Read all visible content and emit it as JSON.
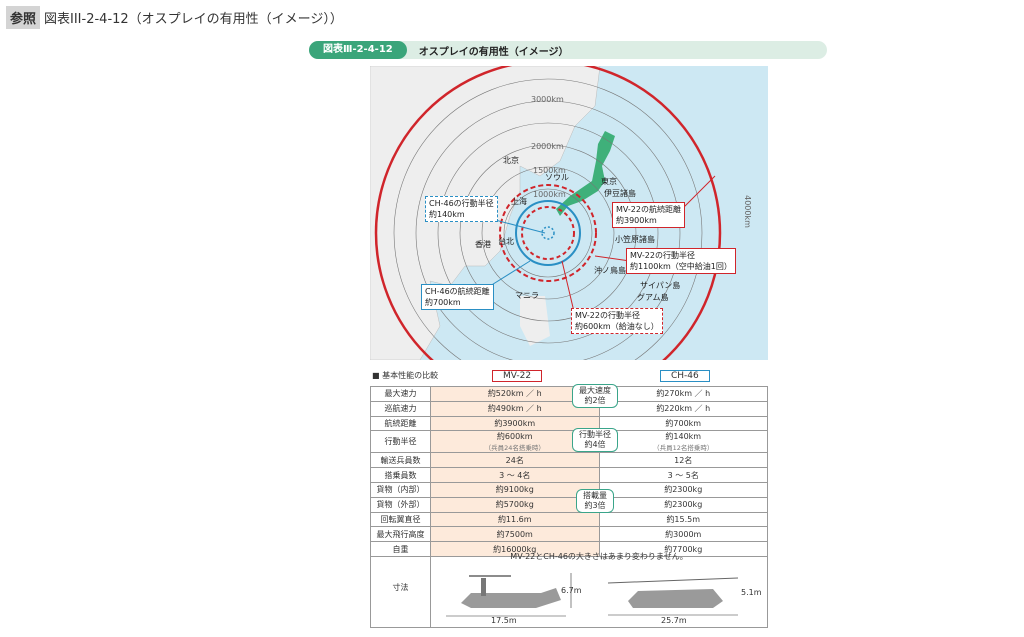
{
  "header": {
    "ref_badge": "参照",
    "title": "図表III-2-4-12（オスプレイの有用性（イメージ））"
  },
  "caption": {
    "number": "図表Ⅲ-2-4-12",
    "title": "オスプレイの有用性（イメージ）"
  },
  "map": {
    "rings": [
      "1000km",
      "1500km",
      "2000km",
      "3000km",
      "4000km"
    ],
    "places": [
      "北京",
      "ソウル",
      "東京",
      "伊豆諸島",
      "上海",
      "台北",
      "香港",
      "小笠原諸島",
      "沖ノ鳥島",
      "サイパン島",
      "グアム島",
      "マニラ"
    ],
    "callouts": {
      "ch46_radius": [
        "CH-46の行動半径",
        "約140km"
      ],
      "mv22_range": [
        "MV-22の航続距離",
        "約3900km"
      ],
      "mv22_radius_refuel": [
        "MV-22の行動半径",
        "約1100km（空中給油1回）"
      ],
      "ch46_range": [
        "CH-46の航続距離",
        "約700km"
      ],
      "mv22_radius": [
        "MV-22の行動半径",
        "約600km（給油なし）"
      ]
    },
    "colors": {
      "red": "#d0252b",
      "blue": "#2a8fc4",
      "sea": "#cde8f3",
      "land": "#eeeeee",
      "japan": "#3fb07a"
    }
  },
  "comparison": {
    "title": "基本性能の比較",
    "mv_label": "MV-22",
    "ch_label": "CH-46",
    "rows": [
      {
        "label": "最大速力",
        "mv": "約520km ／ h",
        "ch": "約270km ／ h"
      },
      {
        "label": "巡航速力",
        "mv": "約490km ／ h",
        "ch": "約220km ／ h"
      },
      {
        "label": "航続距離",
        "mv": "約3900km",
        "ch": "約700km"
      },
      {
        "label": "行動半径",
        "mv": "約600km",
        "mv_note": "（兵員24名搭乗時）",
        "ch": "約140km",
        "ch_note": "（兵員12名搭乗時）"
      },
      {
        "label": "輸送兵員数",
        "mv": "24名",
        "ch": "12名"
      },
      {
        "label": "搭乗員数",
        "mv": "3 ～ 4名",
        "ch": "3 ～ 5名"
      },
      {
        "label": "貨物（内部）",
        "mv": "約9100kg",
        "ch": "約2300kg"
      },
      {
        "label": "貨物（外部）",
        "mv": "約5700kg",
        "ch": "約2300kg"
      },
      {
        "label": "回転翼直径",
        "mv": "約11.6m",
        "ch": "約15.5m"
      },
      {
        "label": "最大飛行高度",
        "mv": "約7500m",
        "ch": "約3000m"
      },
      {
        "label": "自重",
        "mv": "約16000kg",
        "ch": "約7700kg"
      }
    ],
    "bubbles": [
      [
        "最大速度",
        "約2倍"
      ],
      [
        "行動半径",
        "約4倍"
      ],
      [
        "搭載量",
        "約3倍"
      ]
    ],
    "dimensions": {
      "label": "寸法",
      "note": "MV-22とCH-46の大きさはあまり変わりません。",
      "mv_height": "6.7m",
      "mv_length": "17.5m",
      "ch_height": "5.1m",
      "ch_length": "25.7m"
    }
  }
}
